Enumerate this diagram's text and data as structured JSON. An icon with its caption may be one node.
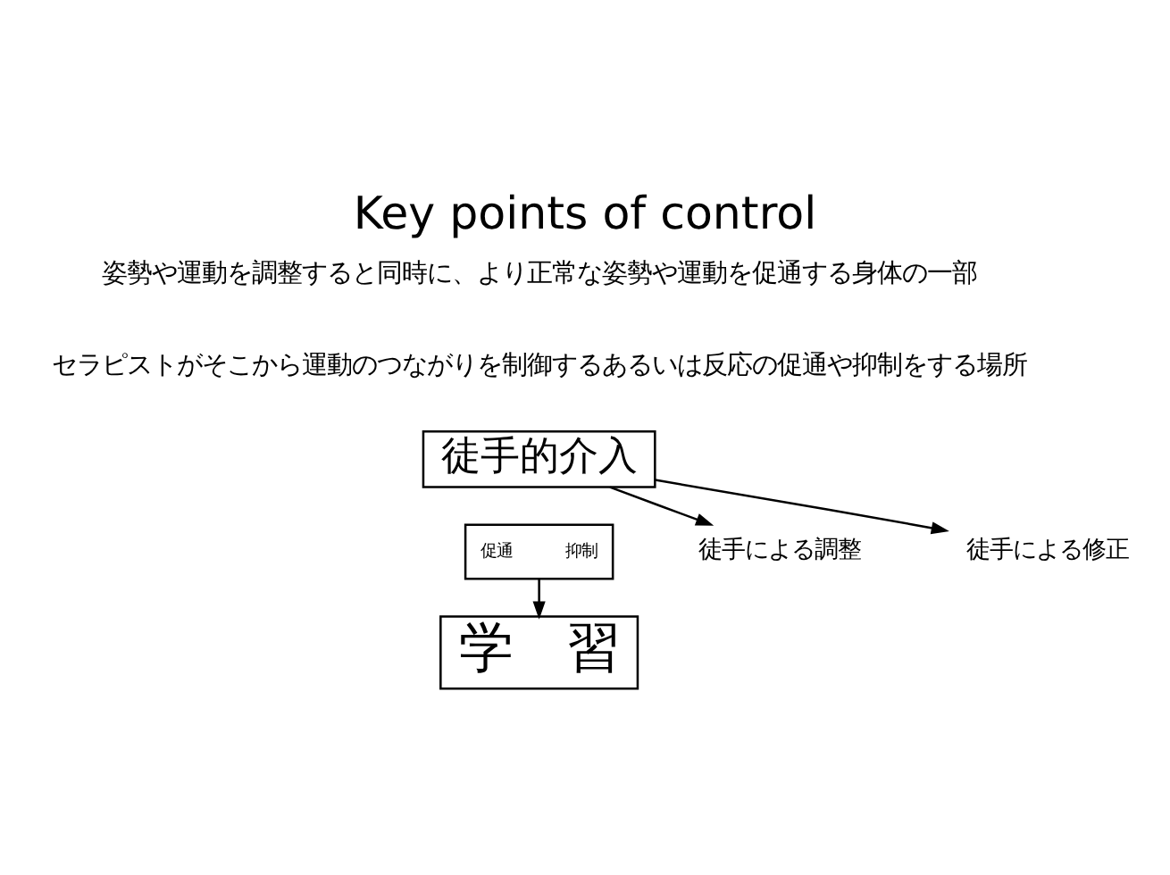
{
  "diagram": {
    "title": "Key points of control",
    "nodes": [
      {
        "text": [
          "徒手的介入"
        ]
      },
      {
        "text": [
          "促通",
          "抑制"
        ]
      },
      {
        "text": [
          "徒手による調整"
        ]
      },
      {
        "text": [
          "徒手による修正"
        ]
      },
      {
        "text": [
          "学　習"
        ]
      }
    ],
    "edges": [
      {
        "from": 0,
        "to": 2,
        "arrow": "to"
      },
      {
        "from": 0,
        "to": 3,
        "arrow": "to"
      },
      {
        "from": 1,
        "to": 4,
        "arrow": "to"
      }
    ],
    "labels": [
      "姿勢や運動を調整すると同時に、より正常な姿勢や運動を促通する身体の一部",
      "セラピストがそこから運動のつながりを制御するあるいは反応の促通や抑制をする場所"
    ]
  }
}
